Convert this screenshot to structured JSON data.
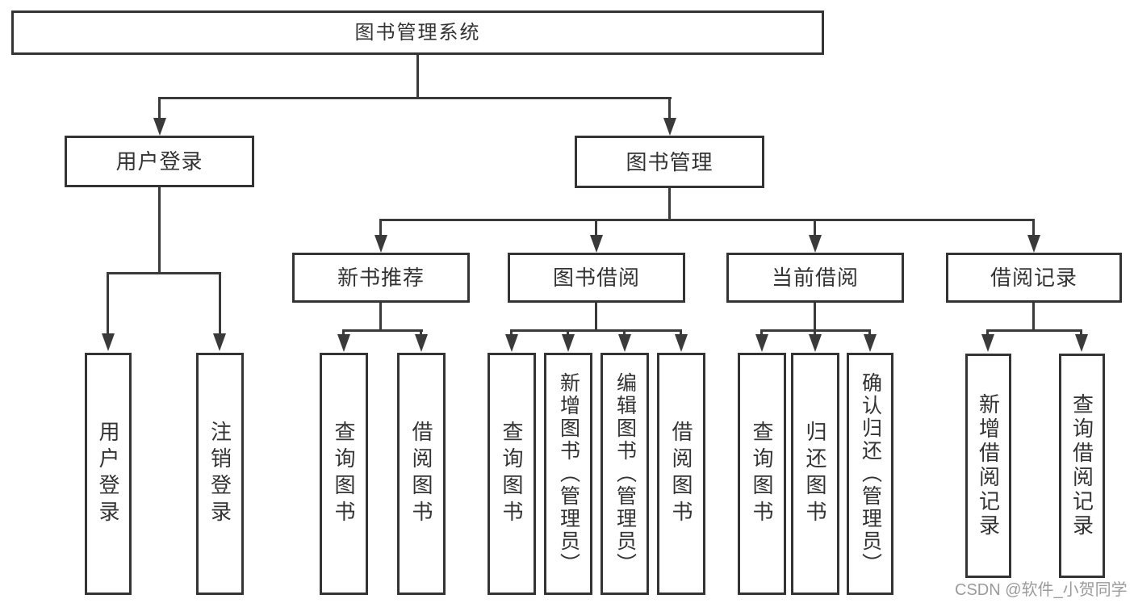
{
  "diagram_title": "图书管理系统",
  "tree": {
    "label": "图书管理系统",
    "children": [
      {
        "label": "用户登录",
        "children": [
          {
            "label": "用户登录"
          },
          {
            "label": "注销登录"
          }
        ]
      },
      {
        "label": "图书管理",
        "children": [
          {
            "label": "新书推荐",
            "children": [
              {
                "label": "查询图书"
              },
              {
                "label": "借阅图书"
              }
            ]
          },
          {
            "label": "图书借阅",
            "children": [
              {
                "label": "查询图书"
              },
              {
                "label": "新增图书（管理员）"
              },
              {
                "label": "编辑图书（管理员）"
              },
              {
                "label": "借阅图书"
              }
            ]
          },
          {
            "label": "当前借阅",
            "children": [
              {
                "label": "查询图书"
              },
              {
                "label": "归还图书"
              },
              {
                "label": "确认归还（管理员）"
              }
            ]
          },
          {
            "label": "借阅记录",
            "children": [
              {
                "label": "新增借阅记录"
              },
              {
                "label": "查询借阅记录"
              }
            ]
          }
        ]
      }
    ]
  },
  "watermark": {
    "text": "CSDN @软件_小贺同学"
  },
  "colors": {
    "line": "#3a3a3a",
    "box_border": "#343434",
    "box_background": "#ffffff",
    "text": "#333333",
    "watermark": "#9b9b9b",
    "page_background": "#ffffff"
  }
}
